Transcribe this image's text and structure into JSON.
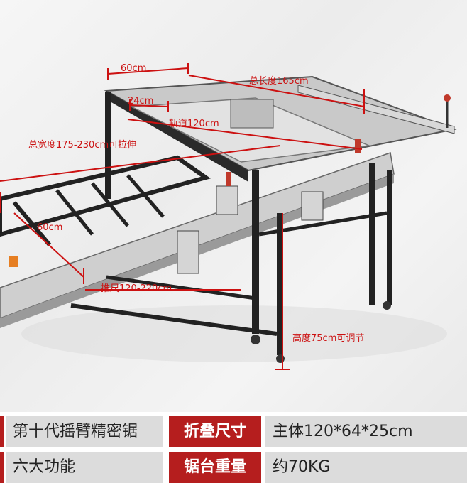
{
  "dimensions": {
    "width_top": "60cm",
    "total_length": "总长度165cm",
    "rail_width": "24cm",
    "rail_length": "轨道120cm",
    "total_width": "总宽度175-230cm可拉伸",
    "side_width": "60cm",
    "push_rule": "推尺120-220cm",
    "height": "高度75cm可调节"
  },
  "specs": {
    "row1": {
      "model": "第十代摇臂精密锯",
      "fold_label": "折叠尺寸",
      "fold_value": "主体120*64*25cm"
    },
    "row2": {
      "features": "六大功能",
      "weight_label": "锯台重量",
      "weight_value": "约70KG"
    }
  },
  "colors": {
    "dimension": "#cc1111",
    "label_bg": "#b51e1e",
    "cell_bg": "#dcdcdc"
  }
}
